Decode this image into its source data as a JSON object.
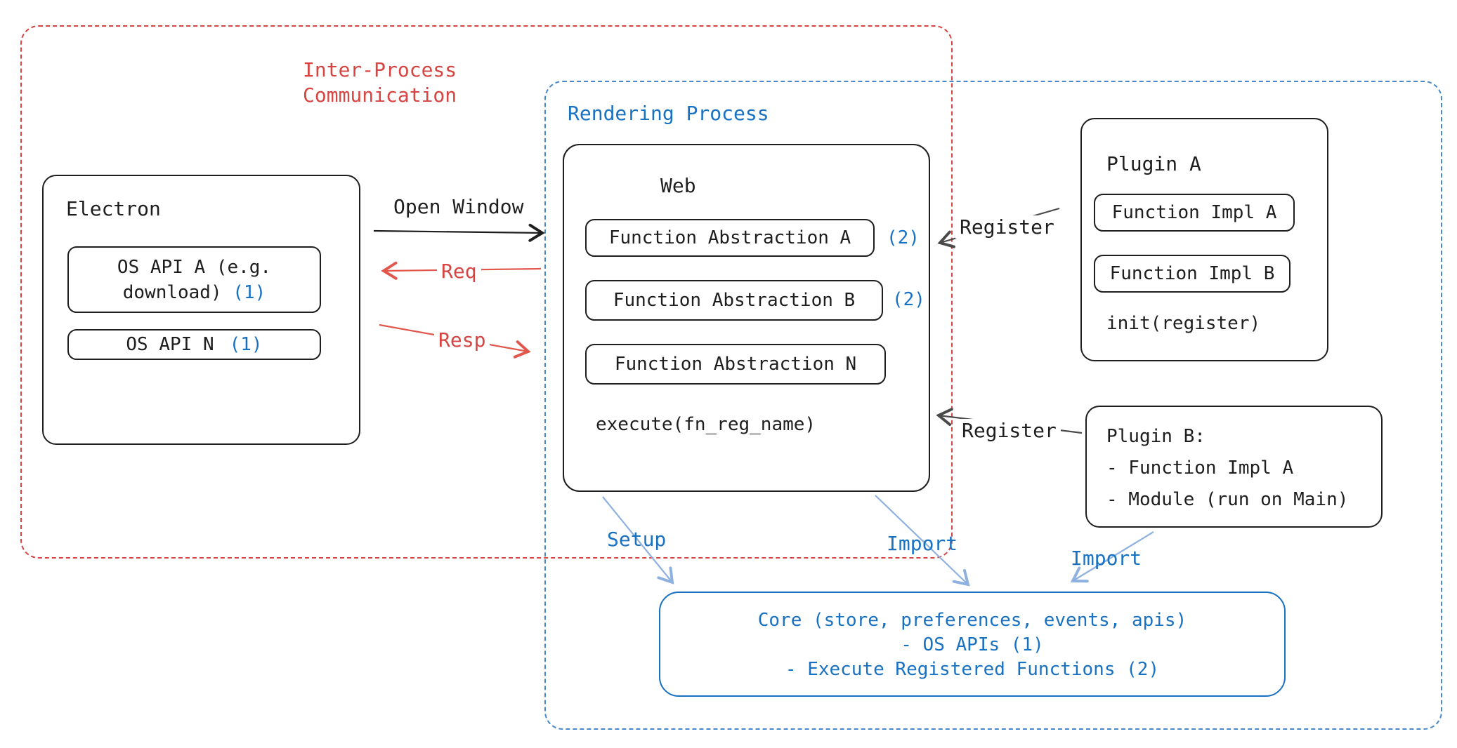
{
  "colors": {
    "red": "#d64541",
    "red_arrow": "#e2574c",
    "blue": "#1971c2",
    "blue_dashed_border": "#4a89c9",
    "blue_arrow": "#8fb1e0",
    "black": "#1e1e1e"
  },
  "regions": {
    "ipc": {
      "label_line1": "Inter-Process",
      "label_line2": "Communication"
    },
    "rendering": {
      "label": "Rendering Process"
    }
  },
  "electron": {
    "title": "Electron",
    "api_a": {
      "line1": "OS API A (e.g.",
      "line2": "download)",
      "badge": "(1)"
    },
    "api_n": {
      "label": "OS API N",
      "badge": "(1)"
    }
  },
  "arrows": {
    "open_window": "Open Window",
    "req": "Req",
    "resp": "Resp",
    "register_a": "Register",
    "register_b": "Register",
    "setup": "Setup",
    "import_web": "Import",
    "import_plugin": "Import"
  },
  "web": {
    "title": "Web",
    "fn_a": {
      "label": "Function Abstraction A",
      "badge": "(2)"
    },
    "fn_b": {
      "label": "Function Abstraction B",
      "badge": "(2)"
    },
    "fn_n": {
      "label": "Function Abstraction N"
    },
    "execute": "execute(fn_reg_name)"
  },
  "plugin_a": {
    "title": "Plugin A",
    "impl_a": "Function Impl A",
    "impl_b": "Function Impl B",
    "init": "init(register)"
  },
  "plugin_b": {
    "title": "Plugin B:",
    "item1": "- Function Impl A",
    "item2": "- Module (run on Main)"
  },
  "core": {
    "line1": "Core (store, preferences, events, apis)",
    "line2": "- OS APIs (1)",
    "line3": "- Execute Registered Functions (2)"
  }
}
